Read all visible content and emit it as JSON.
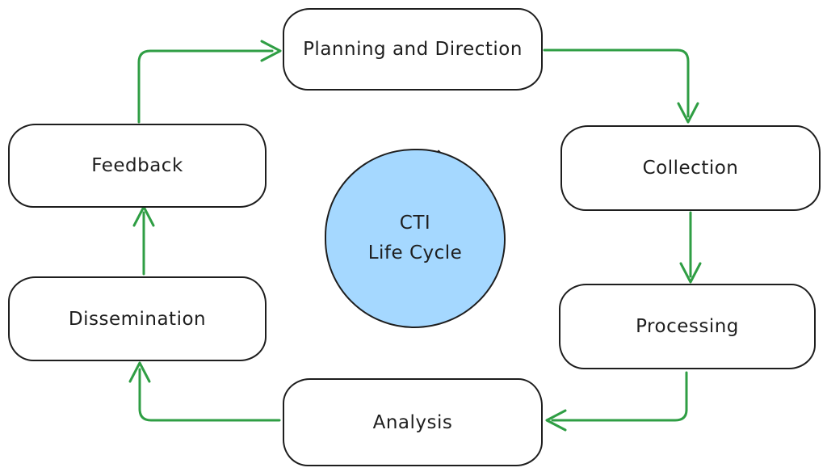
{
  "diagram": {
    "title": "CTI Life Cycle",
    "center_circle": {
      "line1": "CTI",
      "line2": "Life Cycle",
      "fill_color": "#a5d8ff"
    },
    "nodes": [
      {
        "id": "planning",
        "label": "Planning and Direction"
      },
      {
        "id": "collection",
        "label": "Collection"
      },
      {
        "id": "processing",
        "label": "Processing"
      },
      {
        "id": "analysis",
        "label": "Analysis"
      },
      {
        "id": "dissemination",
        "label": "Dissemination"
      },
      {
        "id": "feedback",
        "label": "Feedback"
      }
    ],
    "edges": [
      {
        "from": "Feedback",
        "to": "Planning and Direction",
        "style": "elbow-up-right"
      },
      {
        "from": "Planning and Direction",
        "to": "Collection",
        "style": "elbow-right-down"
      },
      {
        "from": "Collection",
        "to": "Processing",
        "style": "straight-down"
      },
      {
        "from": "Processing",
        "to": "Analysis",
        "style": "elbow-down-left"
      },
      {
        "from": "Analysis",
        "to": "Dissemination",
        "style": "elbow-left-up"
      },
      {
        "from": "Dissemination",
        "to": "Feedback",
        "style": "straight-up"
      }
    ],
    "colors": {
      "arrow": "#2f9e44",
      "node_stroke": "#1e1e1e",
      "node_fill": "#ffffff",
      "circle_fill": "#a5d8ff",
      "background": "#ffffff",
      "text": "#1e1e1e"
    }
  }
}
